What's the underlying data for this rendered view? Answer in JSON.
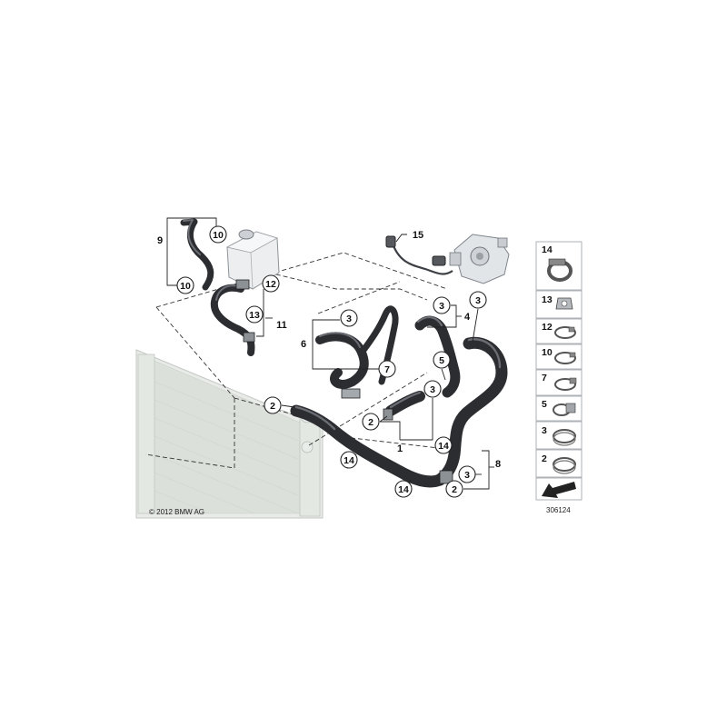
{
  "diagram": {
    "copyright": "© 2012 BMW AG",
    "figure_number": "306124",
    "callouts": {
      "c1": "1",
      "c2a": "2",
      "c2b": "2",
      "c2c": "2",
      "c3a": "3",
      "c3b": "3",
      "c3c": "3",
      "c3d": "3",
      "c3e": "3",
      "c4": "4",
      "c5": "5",
      "c6": "6",
      "c7": "7",
      "c8": "8",
      "c9": "9",
      "c10a": "10",
      "c10b": "10",
      "c11": "11",
      "c12": "12",
      "c13": "13",
      "c14a": "14",
      "c14b": "14",
      "c14c": "14",
      "c15": "15"
    },
    "legend": [
      "14",
      "13",
      "12",
      "10",
      "7",
      "5",
      "3",
      "2"
    ],
    "colors": {
      "hose": "#2b2d31",
      "radiator": "#d3d8d3",
      "tank": "#eceeef"
    }
  }
}
